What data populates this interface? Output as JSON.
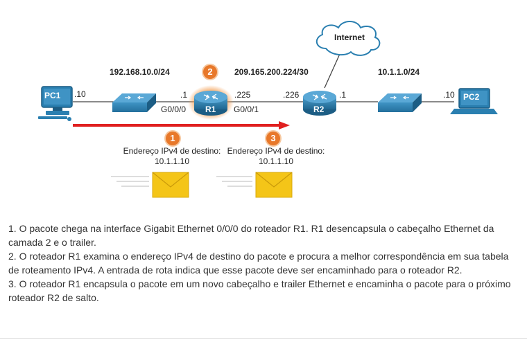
{
  "diagram": {
    "cloud_label": "Internet",
    "networks": {
      "left": "192.168.10.0/24",
      "middle": "209.165.200.224/30",
      "right": "10.1.1.0/24"
    },
    "devices": {
      "pc1": "PC1",
      "pc2": "PC2",
      "r1": "R1",
      "r2": "R2"
    },
    "addresses": {
      "pc1": ".10",
      "r1_left": ".1",
      "r1_right": ".225",
      "r2_left": ".226",
      "r2_right": ".1",
      "pc2": ".10"
    },
    "interfaces": {
      "r1_left": "G0/0/0",
      "r1_right": "G0/0/1"
    },
    "badges": [
      "1",
      "2",
      "3"
    ],
    "destinations": [
      {
        "label": "Endereço IPv4 de destino:",
        "value": "10.1.1.10"
      },
      {
        "label": "Endereço IPv4 de destino:",
        "value": "10.1.1.10"
      }
    ],
    "colors": {
      "device_blue": "#2a7fb0",
      "arrow_red": "#e02020",
      "badge_orange": "#e8782a",
      "envelope_yellow": "#f4c518"
    }
  },
  "steps": [
    "1. O pacote chega na interface Gigabit Ethernet 0/0/0 do roteador R1. R1 desencapsula o cabeçalho Ethernet da camada 2 e o trailer.",
    "2. O roteador R1 examina o endereço IPv4 de destino do pacote e procura a melhor correspondência em sua tabela de roteamento IPv4. A entrada de rota indica que esse pacote deve ser encaminhado para o roteador R2.",
    "3. O roteador R1 encapsula o pacote em um novo cabeçalho e trailer Ethernet e encaminha o pacote para o próximo roteador R2 de salto."
  ]
}
